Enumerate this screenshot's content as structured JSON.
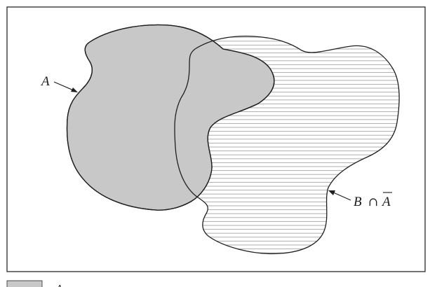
{
  "diagram": {
    "set_a_label": "A",
    "set_b_label_prefix": "B",
    "intersection_symbol": "∩",
    "complement_set_label": "A",
    "colors": {
      "set_a_fill": "#c8c8c8",
      "hatch_line": "#9a9a9a",
      "outline": "#1f1f1f"
    }
  },
  "legend": {
    "entry_marker": "A"
  }
}
